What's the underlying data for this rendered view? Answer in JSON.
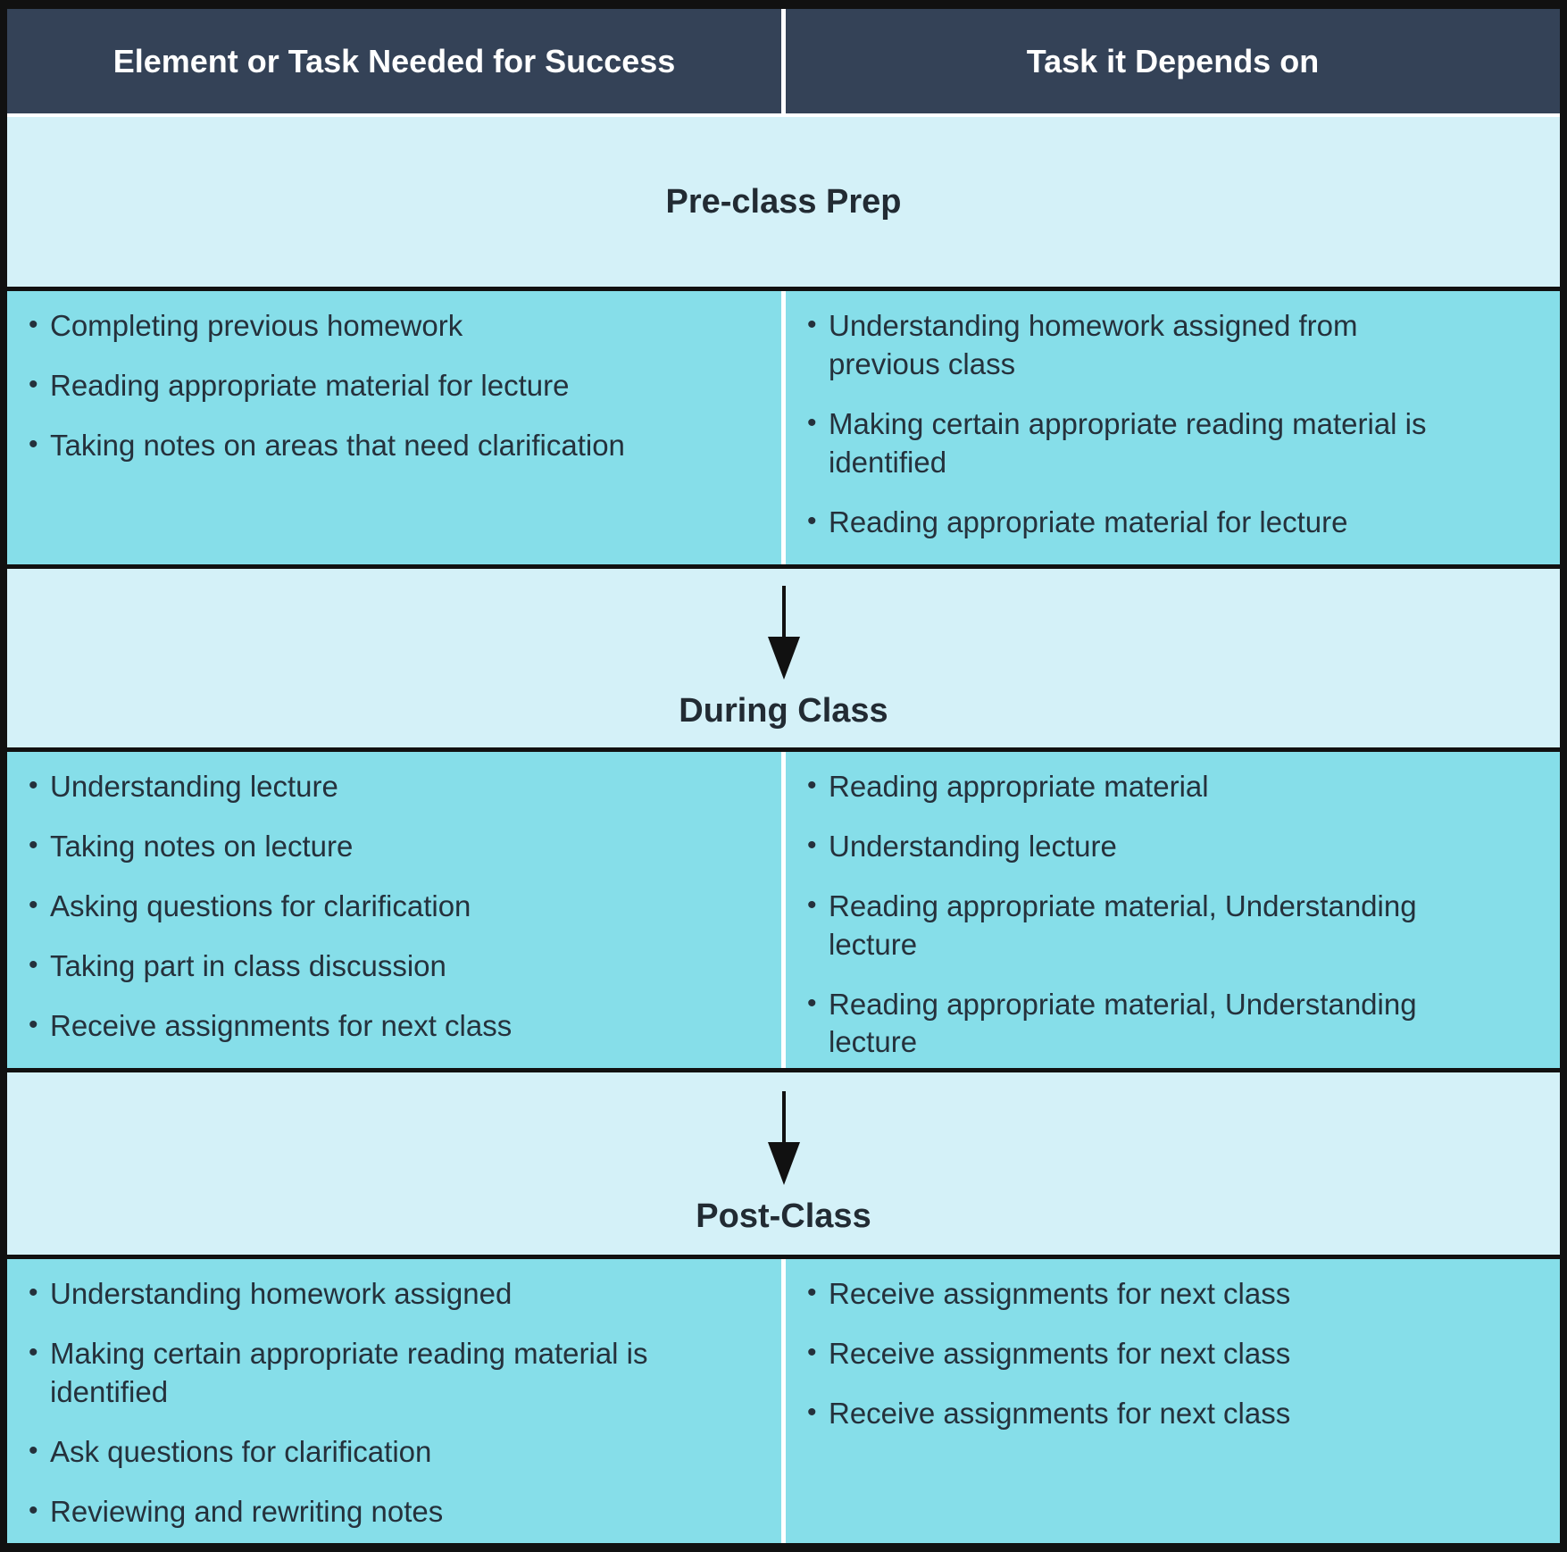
{
  "table": {
    "columns": {
      "left": "Element or Task Needed for Success",
      "right": "Task it Depends on"
    },
    "sections": [
      {
        "title": "Pre-class Prep",
        "left": [
          "Completing previous homework",
          "Reading appropriate material for lecture",
          "Taking notes on areas that need clarification"
        ],
        "right": [
          "Understanding homework assigned from previous class",
          "Making certain appropriate reading material is identified",
          "Reading appropriate material for lecture"
        ]
      },
      {
        "title": "During Class",
        "left": [
          "Understanding  lecture",
          "Taking notes on lecture",
          "Asking questions for clarification",
          "Taking part in class discussion",
          "Receive assignments for next class"
        ],
        "right": [
          "Reading appropriate material",
          "Understanding lecture",
          "Reading appropriate material, Understanding lecture",
          "Reading appropriate material, Understanding lecture"
        ]
      },
      {
        "title": "Post-Class",
        "left": [
          "Understanding homework assigned",
          "Making certain appropriate reading material is identified",
          "Ask questions for clarification",
          "Reviewing and rewriting notes"
        ],
        "right": [
          "Receive assignments for next class",
          "Receive assignments for next class",
          "Receive assignments for next class"
        ]
      }
    ]
  },
  "icons": {
    "flow_arrow": "down-arrow"
  },
  "colors": {
    "header_bg": "#344257",
    "header_text": "#ffffff",
    "band_bg": "#d4f1f8",
    "row_bg": "#86dee9",
    "separator_black": "#111111",
    "separator_white": "#ffffff",
    "body_text": "#25313c"
  }
}
